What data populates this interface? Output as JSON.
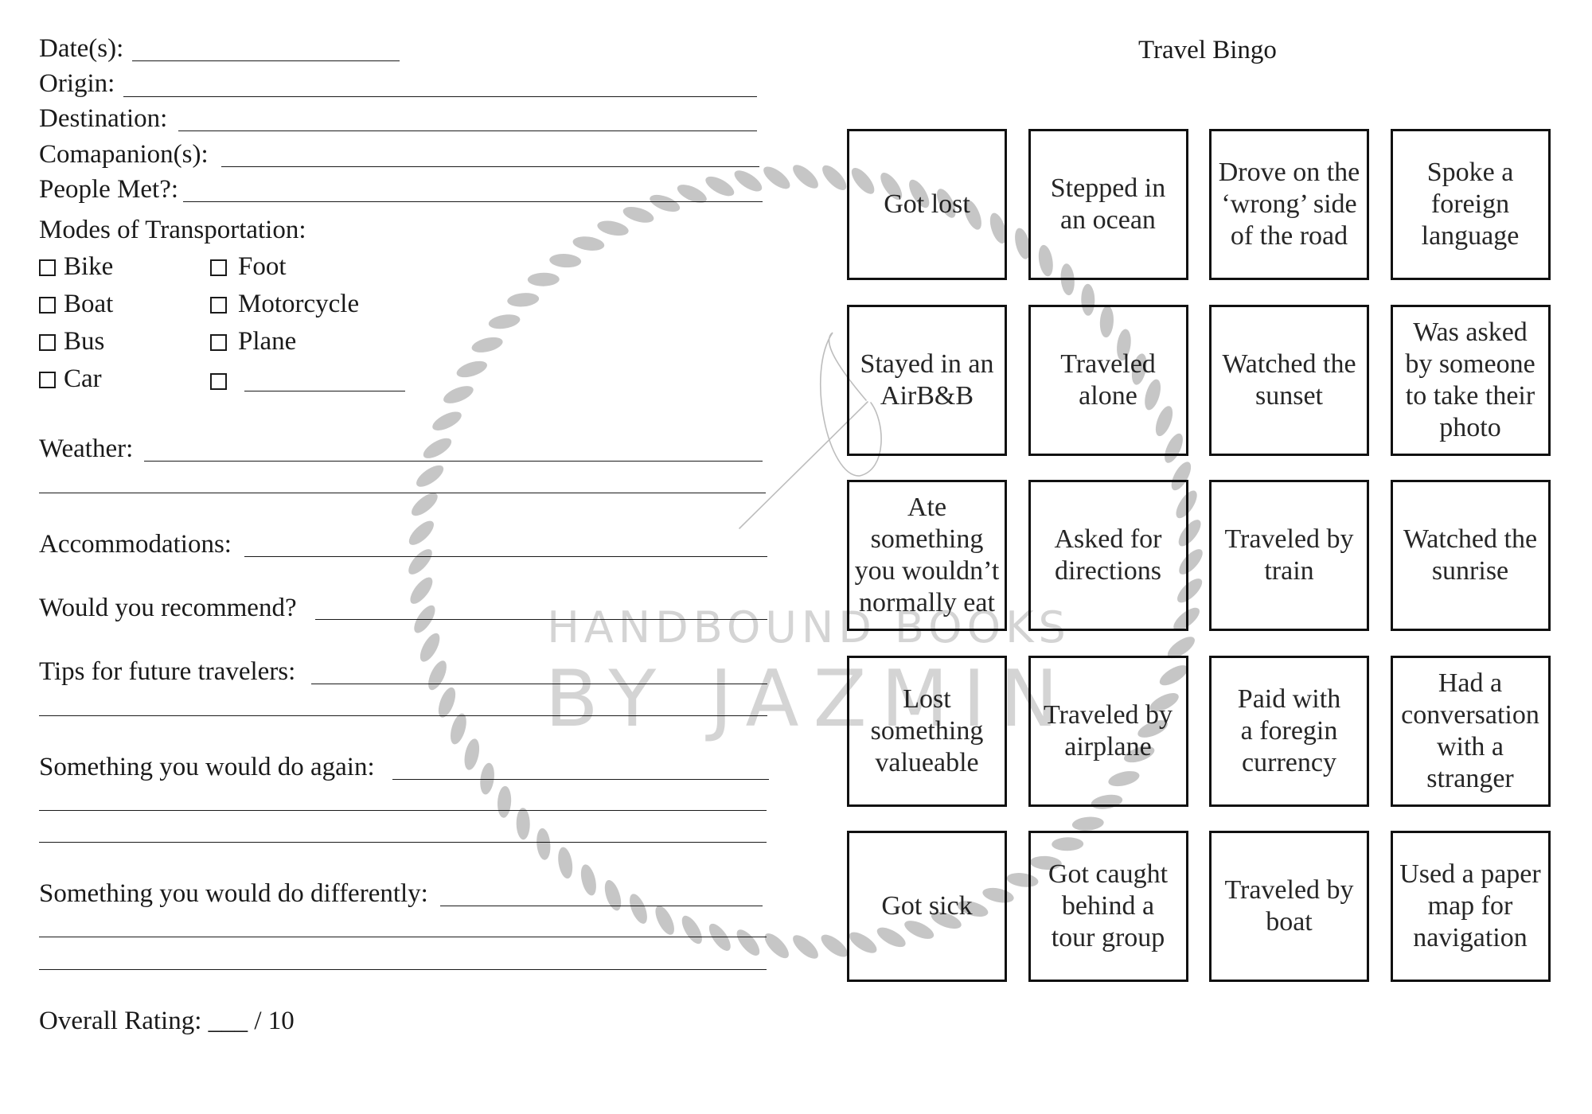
{
  "form": {
    "date_label": "Date(s):",
    "origin_label": "Origin:",
    "destination_label": "Destination:",
    "companions_label": "Comapanion(s):",
    "people_label": "People Met?:",
    "modes_title": "Modes of Transportation:",
    "modes_left": [
      "Bike",
      "Boat",
      "Bus",
      "Car"
    ],
    "modes_right": [
      "Foot",
      "Motorcycle",
      "Plane"
    ],
    "weather_label": "Weather:",
    "accommodations_label": "Accommodations:",
    "recommend_label": "Would you recommend?",
    "tips_label": "Tips for future travelers:",
    "again_label": "Something you would do again:",
    "differently_label": "Something you would do differently:",
    "rating_label": "Overall Rating:",
    "rating_blank": "___",
    "rating_scale": "/ 10"
  },
  "bingo": {
    "title": "Travel Bingo",
    "cells": [
      "Got lost",
      "Stepped in\nan ocean",
      "Drove on the\n‘wrong’ side\nof the road",
      "Spoke a\nforeign\nlanguage",
      "Stayed in an\nAirB&B",
      "Traveled\nalone",
      "Watched the\nsunset",
      "Was asked\nby someone\nto take their\nphoto",
      "Ate\nsomething\nyou wouldn’t\nnormally eat",
      "Asked for\ndirections",
      "Traveled by\ntrain",
      "Watched the\nsunrise",
      "Lost\nsomething\nvalueable",
      "Traveled by\nairplane",
      "Paid with\na foregin\ncurrency",
      "Had a\nconversation\nwith a\nstranger",
      "Got sick",
      "Got caught\nbehind a\ntour group",
      "Traveled by\nboat",
      "Used a paper\nmap for\nnavigation"
    ]
  },
  "watermark": {
    "line1": "HANDBOUND BOOKS",
    "line2": "BY JAZMIN",
    "emblem_icon": "rope-circle-needle-thread-icon"
  },
  "colors": {
    "ink": "#1a1a1a",
    "cell_ink": "#262626",
    "watermark": "#c6c6c6",
    "paper": "#ffffff"
  }
}
